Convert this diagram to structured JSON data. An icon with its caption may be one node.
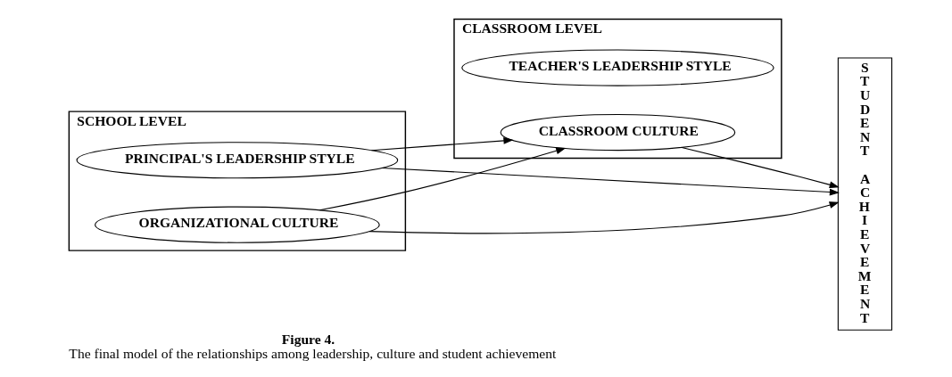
{
  "diagram": {
    "title": "Figure 4.",
    "caption": "The final model of the relationships among leadership, culture and student achievement",
    "nodes": [
      {
        "text": [
          "SCHOOL LEVEL"
        ]
      },
      {
        "text": [
          "PRINCIPAL'S LEADERSHIP STYLE"
        ],
        "in": 0
      },
      {
        "text": [
          "ORGANIZATIONAL CULTURE"
        ],
        "in": 0
      },
      {
        "text": [
          "CLASSROOM LEVEL"
        ]
      },
      {
        "text": [
          "TEACHER'S LEADERSHIP STYLE"
        ],
        "in": 3
      },
      {
        "text": [
          "CLASSROOM CULTURE"
        ],
        "in": 3
      },
      {
        "text": [
          "STUDENT ACHIEVEMENT"
        ]
      }
    ],
    "edges": [
      {
        "from": 1,
        "to": 6,
        "arrow": "to"
      },
      {
        "from": 2,
        "to": 6,
        "arrow": "to"
      },
      {
        "from": 1,
        "to": 5,
        "arrow": "to"
      },
      {
        "from": 2,
        "to": 5,
        "arrow": "to"
      },
      {
        "from": 5,
        "to": 6,
        "arrow": "to"
      }
    ]
  }
}
